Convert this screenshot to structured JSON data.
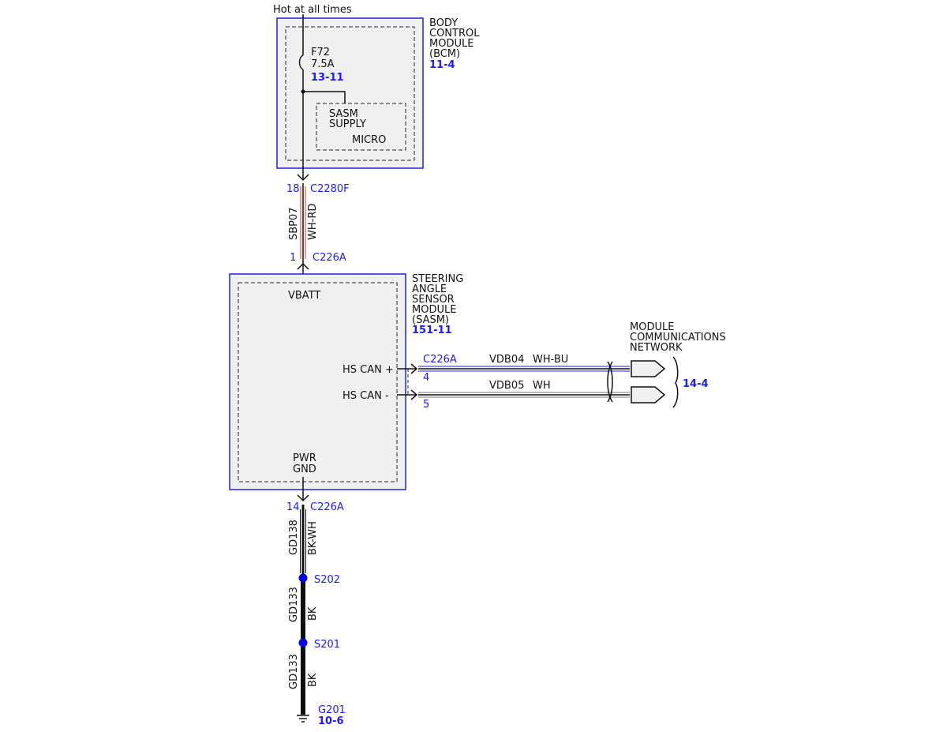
{
  "top_label": "Hot at all times",
  "bcm": {
    "name_lines": [
      "BODY",
      "CONTROL",
      "MODULE",
      "(BCM)"
    ],
    "ref": "11-4",
    "fuse": {
      "id": "F72",
      "rating": "7.5A",
      "ref": "13-11"
    },
    "micro_lines": [
      "SASM",
      "SUPPLY",
      "MICRO"
    ]
  },
  "conn_bcm": {
    "pin": "18",
    "name": "C2280F"
  },
  "wire_power": {
    "circuit": "SBP07",
    "color": "WH-RD"
  },
  "conn_sasm_power": {
    "pin": "1",
    "name": "C226A"
  },
  "sasm": {
    "name_lines": [
      "STEERING",
      "ANGLE",
      "SENSOR",
      "MODULE",
      "(SASM)"
    ],
    "ref": "151-11",
    "vbatt": "VBATT",
    "hs_can_plus": "HS CAN +",
    "hs_can_minus": "HS CAN -",
    "pwr_gnd_lines": [
      "PWR",
      "GND"
    ]
  },
  "can": {
    "connector": "C226A",
    "plus_pin": "4",
    "minus_pin": "5",
    "plus_circuit": "VDB04",
    "plus_color": "WH-BU",
    "minus_circuit": "VDB05",
    "minus_color": "WH"
  },
  "network": {
    "name_lines": [
      "MODULE",
      "COMMUNICATIONS",
      "NETWORK"
    ],
    "ref": "14-4"
  },
  "conn_gnd": {
    "pin": "14",
    "name": "C226A"
  },
  "wire_gnd1": {
    "circuit": "GD138",
    "color": "BK-WH"
  },
  "splice1": "S202",
  "wire_gnd2": {
    "circuit": "GD133",
    "color": "BK"
  },
  "splice2": "S201",
  "wire_gnd3": {
    "circuit": "GD133",
    "color": "BK"
  },
  "ground": {
    "id": "G201",
    "ref": "10-6"
  },
  "colors": {
    "module_border": "#2020e0",
    "link_blue": "#1a1aff",
    "power_wire": "#e03020",
    "can_plus_wire": "#1a1aff",
    "splice_dot": "#0000ee"
  }
}
